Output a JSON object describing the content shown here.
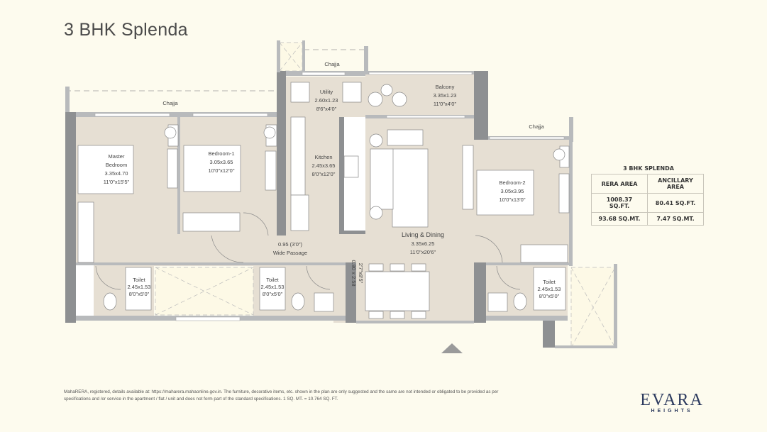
{
  "title": "3 BHK Splenda",
  "rooms": {
    "master_bedroom": {
      "name1": "Master",
      "name2": "Bedroom",
      "metric": "3.35x4.70",
      "imperial": "11'0\"x15'5\""
    },
    "bedroom1": {
      "name": "Bedroom-1",
      "metric": "3.05x3.65",
      "imperial": "10'0\"x12'0\""
    },
    "bedroom2": {
      "name": "Bedroom-2",
      "metric": "3.05x3.95",
      "imperial": "10'0\"x13'0\""
    },
    "utility": {
      "name": "Utility",
      "metric": "2.60x1.23",
      "imperial": "8'6\"x4'0\""
    },
    "kitchen": {
      "name": "Kitchen",
      "metric": "2.45x3.65",
      "imperial": "8'0\"x12'0\""
    },
    "balcony": {
      "name": "Balcony",
      "metric": "3.35x1.23",
      "imperial": "11'0\"x4'0\""
    },
    "living": {
      "name": "Living & Dining",
      "metric": "3.35x6.25",
      "imperial": "11'0\"x20'6\""
    },
    "passage": {
      "width": "0.95 (3'0\")",
      "name": "Wide Passage"
    },
    "toilet_left": {
      "name": "Toilet",
      "metric": "2.45x1.53",
      "imperial": "8'0\"x5'0\""
    },
    "toilet_middle": {
      "name": "Toilet",
      "metric": "2.45x1.53",
      "imperial": "8'0\"x5'0\""
    },
    "toilet_right": {
      "name": "Toilet",
      "metric": "2.45x1.53",
      "imperial": "8'0\"x5'0\""
    },
    "entrance": {
      "metric": "0.80 x 2.58",
      "imperial": "2'7\"x8'5\""
    },
    "chajja_left": "Chajja",
    "chajja_top": "Chajja",
    "chajja_right": "Chajja"
  },
  "area_table": {
    "caption": "3 BHK SPLENDA",
    "headers": [
      "RERA AREA",
      "ANCILLARY AREA"
    ],
    "rows": [
      [
        "1008.37 SQ.FT.",
        "80.41 SQ.FT."
      ],
      [
        "93.68 SQ.MT.",
        "7.47 SQ.MT."
      ]
    ]
  },
  "disclaimer": "MahaRERA, registered, details available at: https://maharera.mahaonline.gov.in. The furniture, decorative items, etc. shown in the plan are only suggested and the same are not intended or obligated to be provided as per specifications and /or service in the apartment / flat / unit and does not form part of the standard specifications. 1 SQ. MT. = 10.764 SQ. FT.",
  "logo": {
    "wordmark": "EVARA",
    "sub": "HEIGHTS"
  },
  "colors": {
    "background": "#fdfbee",
    "floor": "#e6dfd3",
    "wall": "#8e9092",
    "light_wall": "#b8babc",
    "brand": "#2c3a5e"
  }
}
